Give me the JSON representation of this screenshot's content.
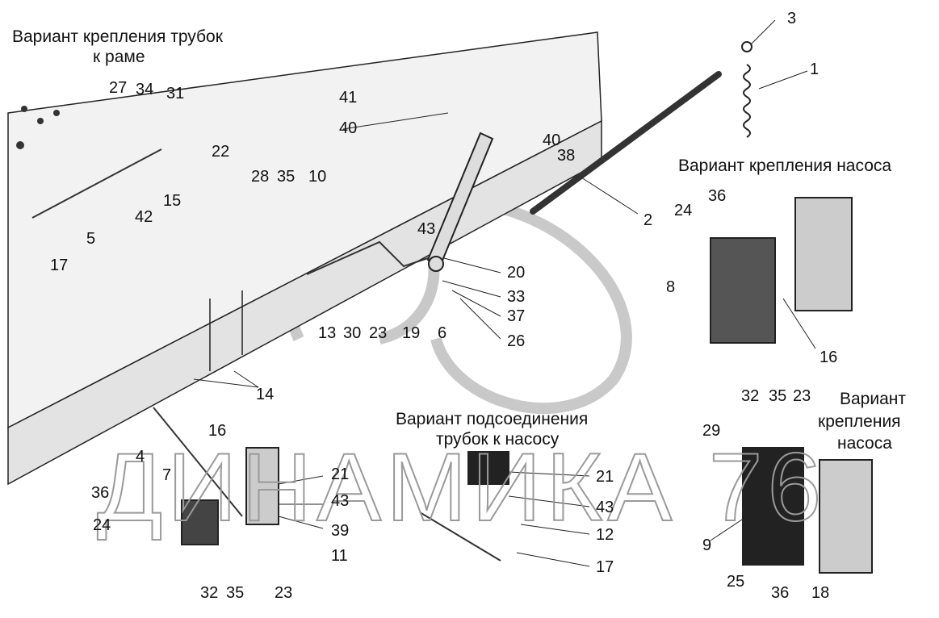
{
  "captions": {
    "frame_tubes": [
      "Вариант крепления трубок",
      "к раме"
    ],
    "pump_mount_top": "Вариант крепления насоса",
    "tube_connection": [
      "Вариант подсоединения",
      "трубок к насосу"
    ],
    "pump_mount_bottom": [
      "Вариант",
      "крепления",
      "насоса"
    ]
  },
  "watermark": "ДИНАМИКА 76",
  "labels": [
    "3",
    "1",
    "27",
    "34",
    "31",
    "22",
    "41",
    "40",
    "40",
    "38",
    "28",
    "35",
    "10",
    "24",
    "36",
    "2",
    "15",
    "42",
    "5",
    "17",
    "43",
    "20",
    "8",
    "33",
    "37",
    "26",
    "13",
    "30",
    "23",
    "19",
    "6",
    "16",
    "14",
    "32",
    "35",
    "23",
    "16",
    "29",
    "4",
    "21",
    "7",
    "21",
    "36",
    "43",
    "24",
    "39",
    "43",
    "12",
    "9",
    "11",
    "17",
    "25",
    "32",
    "35",
    "23",
    "36",
    "18"
  ]
}
